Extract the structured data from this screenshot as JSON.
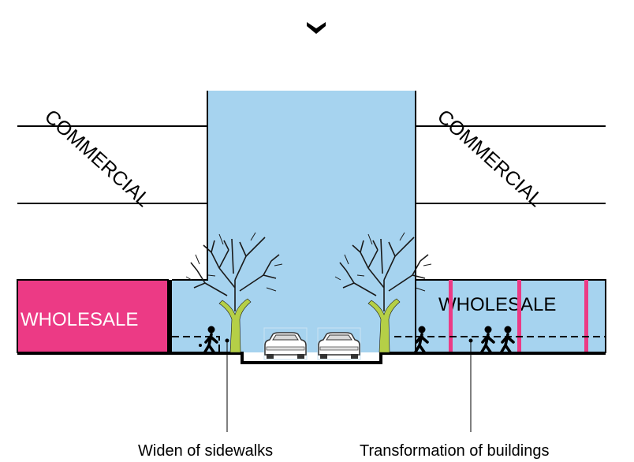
{
  "labels": {
    "commercial_left": "COMMERCIAL",
    "commercial_right": "COMMERCIAL",
    "wholesale_left": "WHOLESALE",
    "wholesale_right": "WHOLESALE"
  },
  "captions": {
    "sidewalks": "Widen of sidewalks",
    "buildings": "Transformation of buildings"
  },
  "icons": {
    "scroll": "chevron-down-icon",
    "tree": "tree-icon",
    "car": "car-icon",
    "pedestrian": "pedestrian-icon"
  },
  "colors": {
    "sky": "#a6d3ef",
    "wholesale": "#ec3a85",
    "tree_trunk": "#b5cf47",
    "outline": "#000000"
  }
}
